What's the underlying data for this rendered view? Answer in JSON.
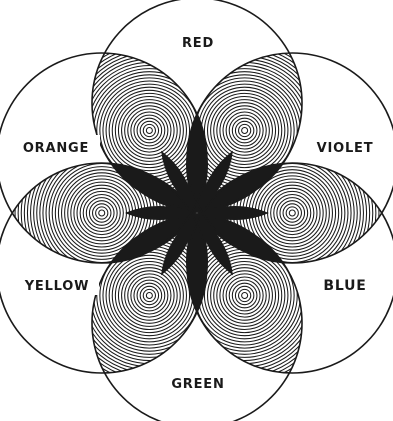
{
  "diagram": {
    "labels": {
      "red": "RED",
      "violet": "VIOLET",
      "blue": "BLUE",
      "green": "GREEN",
      "yellow": "YELLOW",
      "orange": "ORANGE"
    },
    "colors": {
      "ink": "#1a1a1a",
      "background": "#ffffff"
    }
  }
}
